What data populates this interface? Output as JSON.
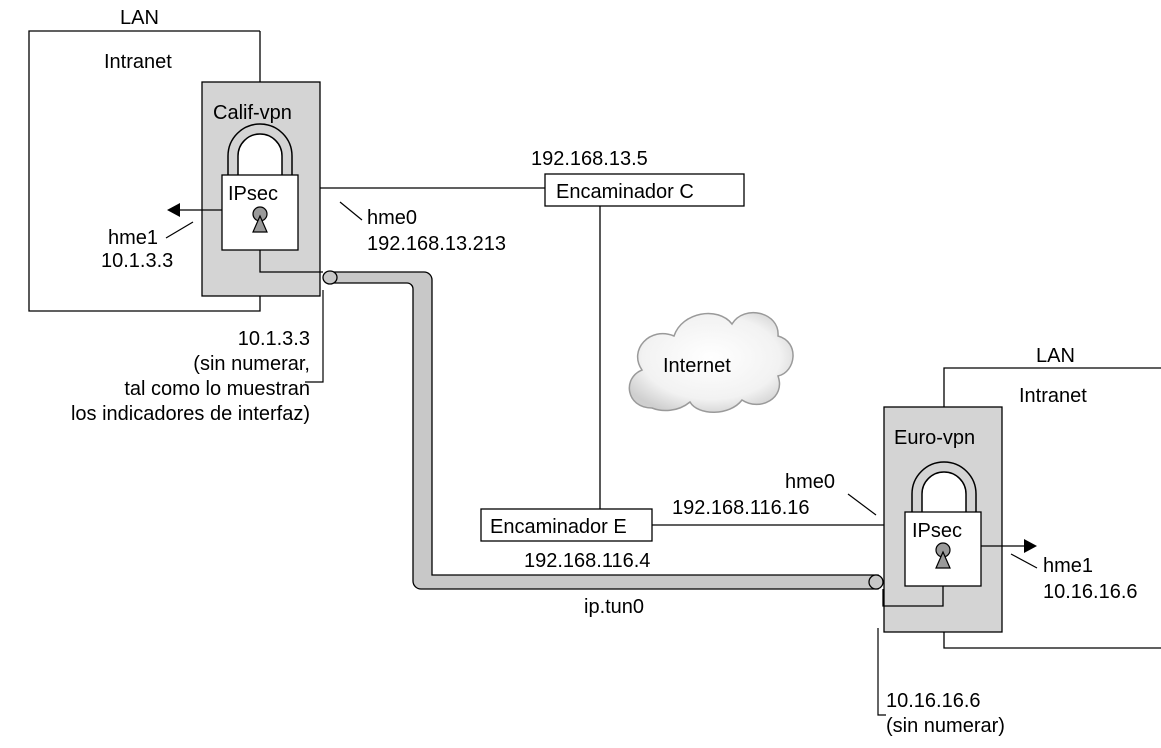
{
  "calif": {
    "lan": "LAN",
    "intranet": "Intranet",
    "host": "Calif-vpn",
    "ipsec": "IPsec",
    "hme1_name": "hme1",
    "hme1_ip": "10.1.3.3",
    "hme0_name": "hme0",
    "hme0_ip": "192.168.13.213",
    "tunnel_lines": [
      "10.1.3.3",
      "(sin numerar,",
      "tal como lo muestran",
      "los indicadores de interfaz)"
    ]
  },
  "router_c": {
    "ip": "192.168.13.5",
    "label": "Encaminador C"
  },
  "internet": {
    "label": "Internet"
  },
  "router_e": {
    "label": "Encaminador E",
    "ip": "192.168.116.4"
  },
  "euro": {
    "lan": "LAN",
    "intranet": "Intranet",
    "host": "Euro-vpn",
    "ipsec": "IPsec",
    "hme0_name": "hme0",
    "hme0_ip": "192.168.116.16",
    "hme1_name": "hme1",
    "hme1_ip": "10.16.16.6",
    "tunnel_ip": "10.16.16.6",
    "tunnel_note": "(sin numerar)"
  },
  "tunnel": {
    "label": "ip.tun0"
  },
  "colors": {
    "host_fill": "#d4d4d4",
    "tube_fill": "#c8c8c8",
    "line": "#000000"
  }
}
